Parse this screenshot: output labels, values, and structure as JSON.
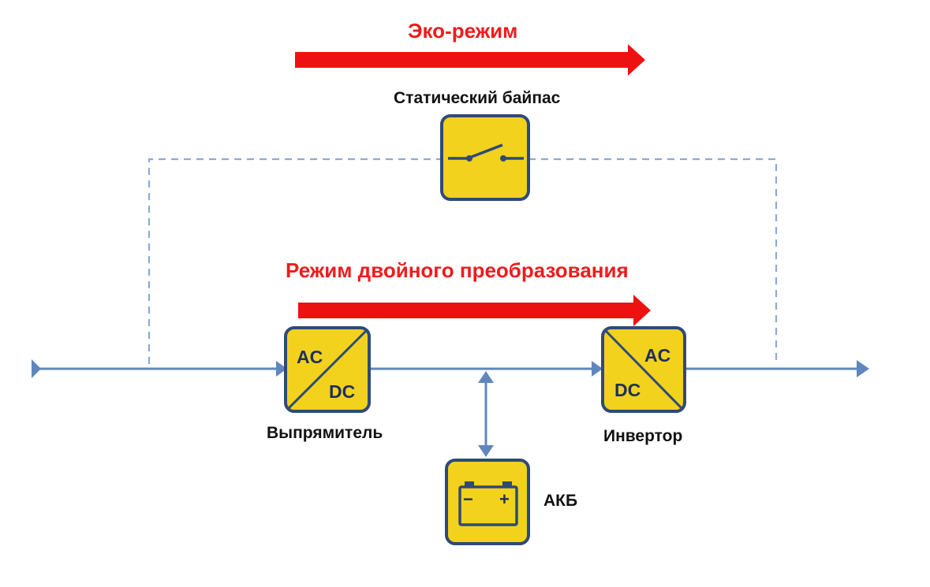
{
  "modes": {
    "eco": "Эко-режим",
    "double_conversion": "Режим двойного преобразования"
  },
  "components": {
    "static_bypass": {
      "label": "Статический байпас",
      "icon": "switch-icon"
    },
    "rectifier": {
      "label": "Выпрямитель",
      "top_text": "AC",
      "bottom_text": "DC"
    },
    "inverter": {
      "label": "Инвертор",
      "top_text": "AC",
      "bottom_text": "DC"
    },
    "battery": {
      "label": "АКБ",
      "icon": "battery-icon",
      "minus": "−",
      "plus": "+"
    }
  },
  "colors": {
    "mode_arrow": "#ee1111",
    "mode_text": "#ee1c1c",
    "line": "#5f87bd",
    "dashed_line": "#8eaad2",
    "box_fill": "#f2d21c",
    "box_border": "#2f4a78",
    "box_text": "#1e2f5c",
    "label_text": "#111111"
  }
}
